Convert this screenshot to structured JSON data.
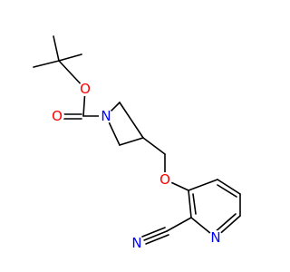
{
  "molecule": {
    "atom_labels": [
      {
        "id": "o_ester",
        "text": "O"
      },
      {
        "id": "o_carbonyl",
        "text": "O"
      },
      {
        "id": "n_azetidine",
        "text": "N"
      },
      {
        "id": "o_ether",
        "text": "O"
      },
      {
        "id": "n_pyridine",
        "text": "N"
      },
      {
        "id": "n_nitrile",
        "text": "N"
      }
    ],
    "colors": {
      "O": "#ff0000",
      "N": "#0000ff",
      "bond": "#000000"
    }
  }
}
